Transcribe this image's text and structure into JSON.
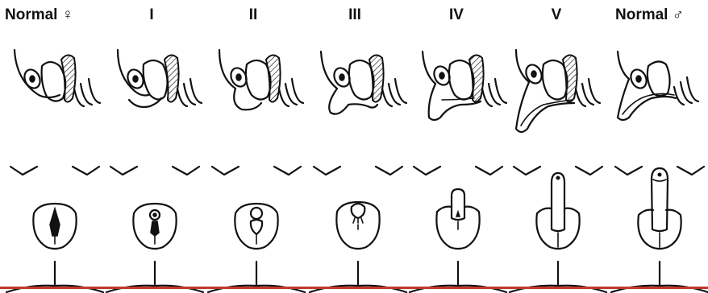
{
  "columns": [
    {
      "key": "normal-female",
      "label": "Normal ♀"
    },
    {
      "key": "stage-1",
      "label": "I"
    },
    {
      "key": "stage-2",
      "label": "II"
    },
    {
      "key": "stage-3",
      "label": "III"
    },
    {
      "key": "stage-4",
      "label": "IV"
    },
    {
      "key": "stage-5",
      "label": "V"
    },
    {
      "key": "normal-male",
      "label": "Normal ♂"
    }
  ],
  "colors": {
    "line": "#111111",
    "background": "#ffffff",
    "bottom_rule": "#c0392b"
  }
}
